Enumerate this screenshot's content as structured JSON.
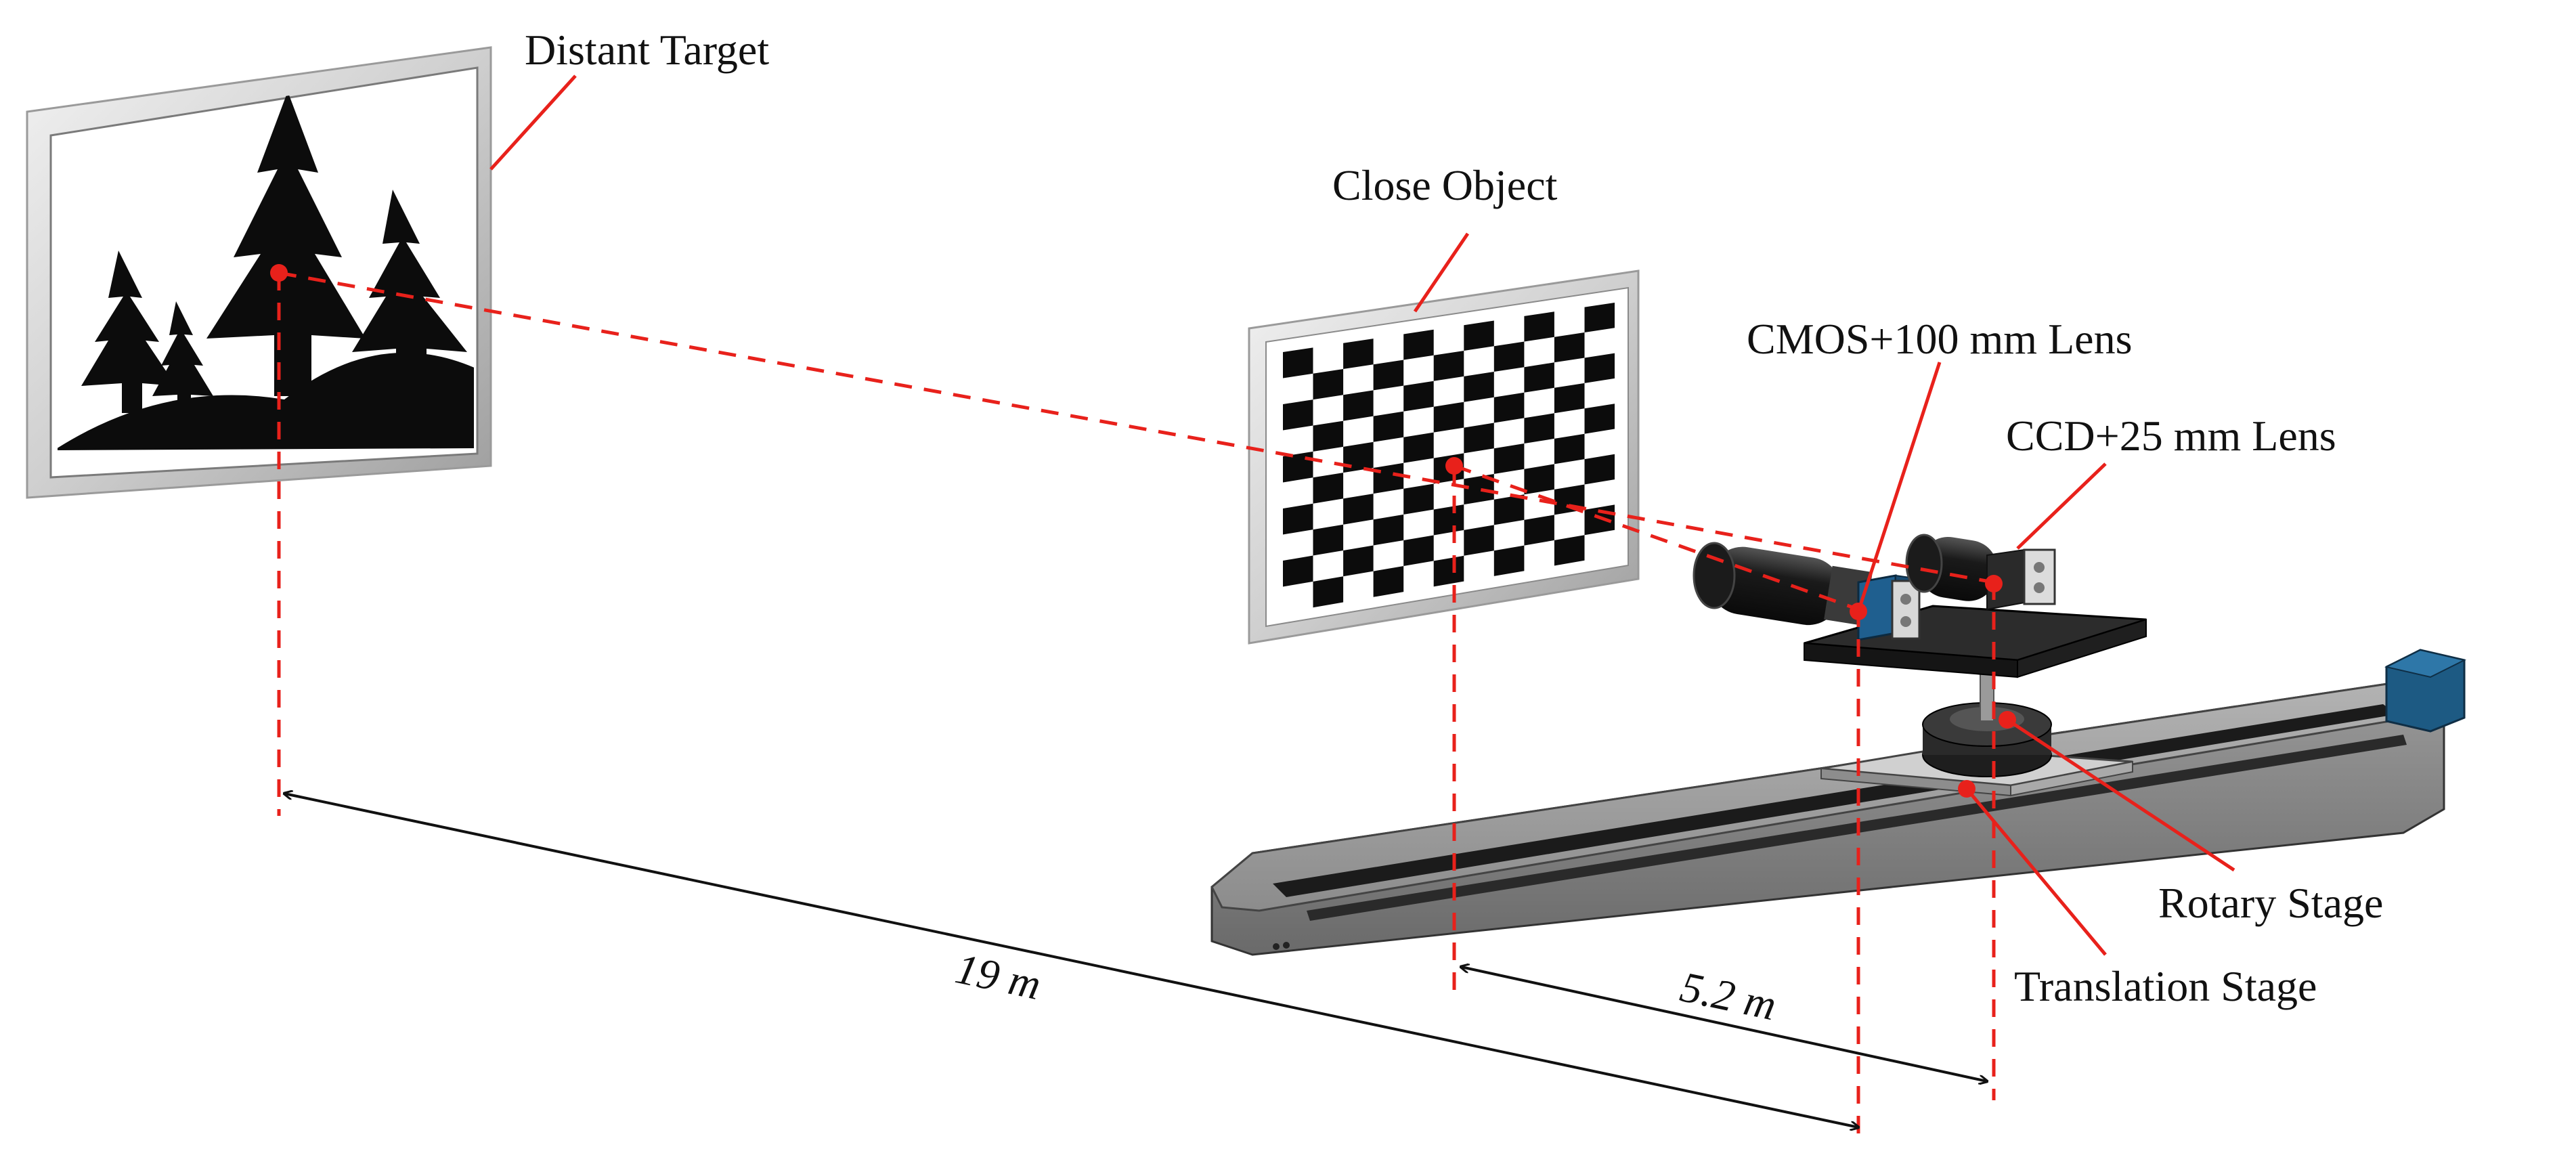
{
  "labels": {
    "distant_target": "Distant Target",
    "close_object": "Close Object",
    "cmos_camera": "CMOS+100 mm Lens",
    "ccd_camera": "CCD+25 mm Lens",
    "rotary_stage": "Rotary Stage",
    "translation_stage": "Translation Stage"
  },
  "dimensions": {
    "distant": "19 m",
    "close": "5.2 m"
  },
  "colors": {
    "guide_line": "#e8211b",
    "target_fill": "#0c0c0c",
    "frame": "#d9d9d9",
    "rail_body": "#8a8a8a",
    "camera_blue": "#1f5f8f",
    "motor_blue": "#1d5a83"
  },
  "checkerboard": {
    "rows": 10,
    "cols": 11
  }
}
